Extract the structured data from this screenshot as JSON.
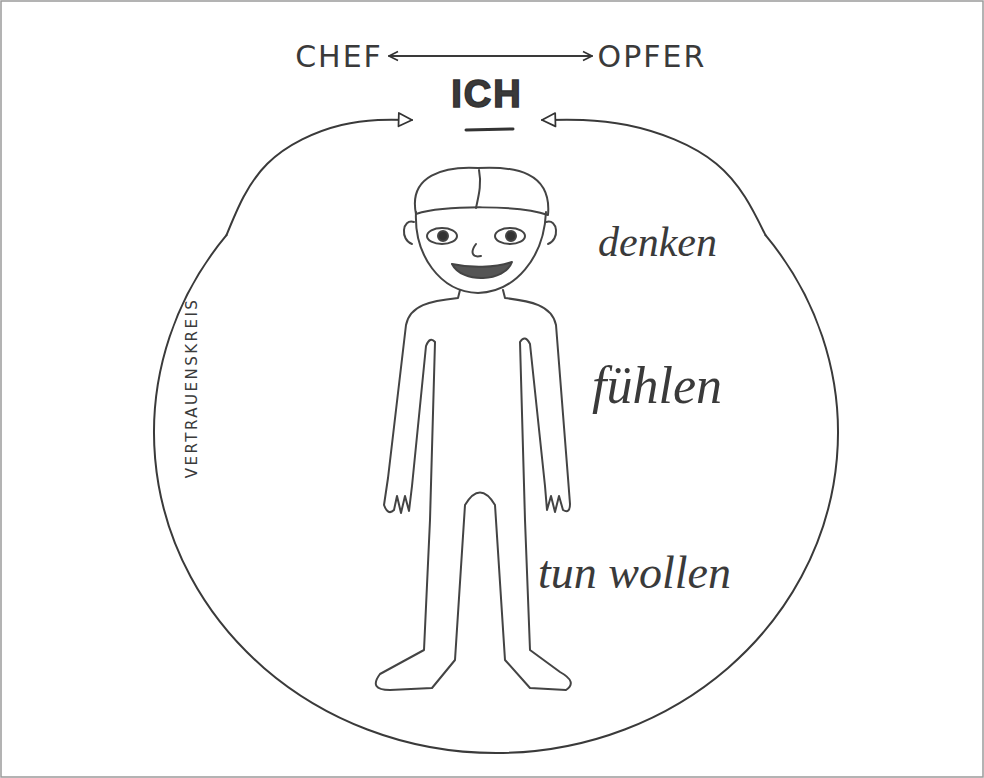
{
  "diagram": {
    "nodes": [
      {
        "text": [
          "CHEF"
        ]
      },
      {
        "text": [
          "OPFER"
        ]
      },
      {
        "text": [
          "ICH"
        ]
      },
      {
        "text": [
          "VERTRAUENSKREIS",
          "denken",
          "fühlen",
          "tun wollen"
        ]
      }
    ],
    "edges": [
      {
        "from": 0,
        "to": 1,
        "arrow": "both"
      },
      {
        "from": 3,
        "to": 2,
        "arrow": "to"
      },
      {
        "from": 3,
        "to": 2,
        "arrow": "to"
      }
    ]
  }
}
